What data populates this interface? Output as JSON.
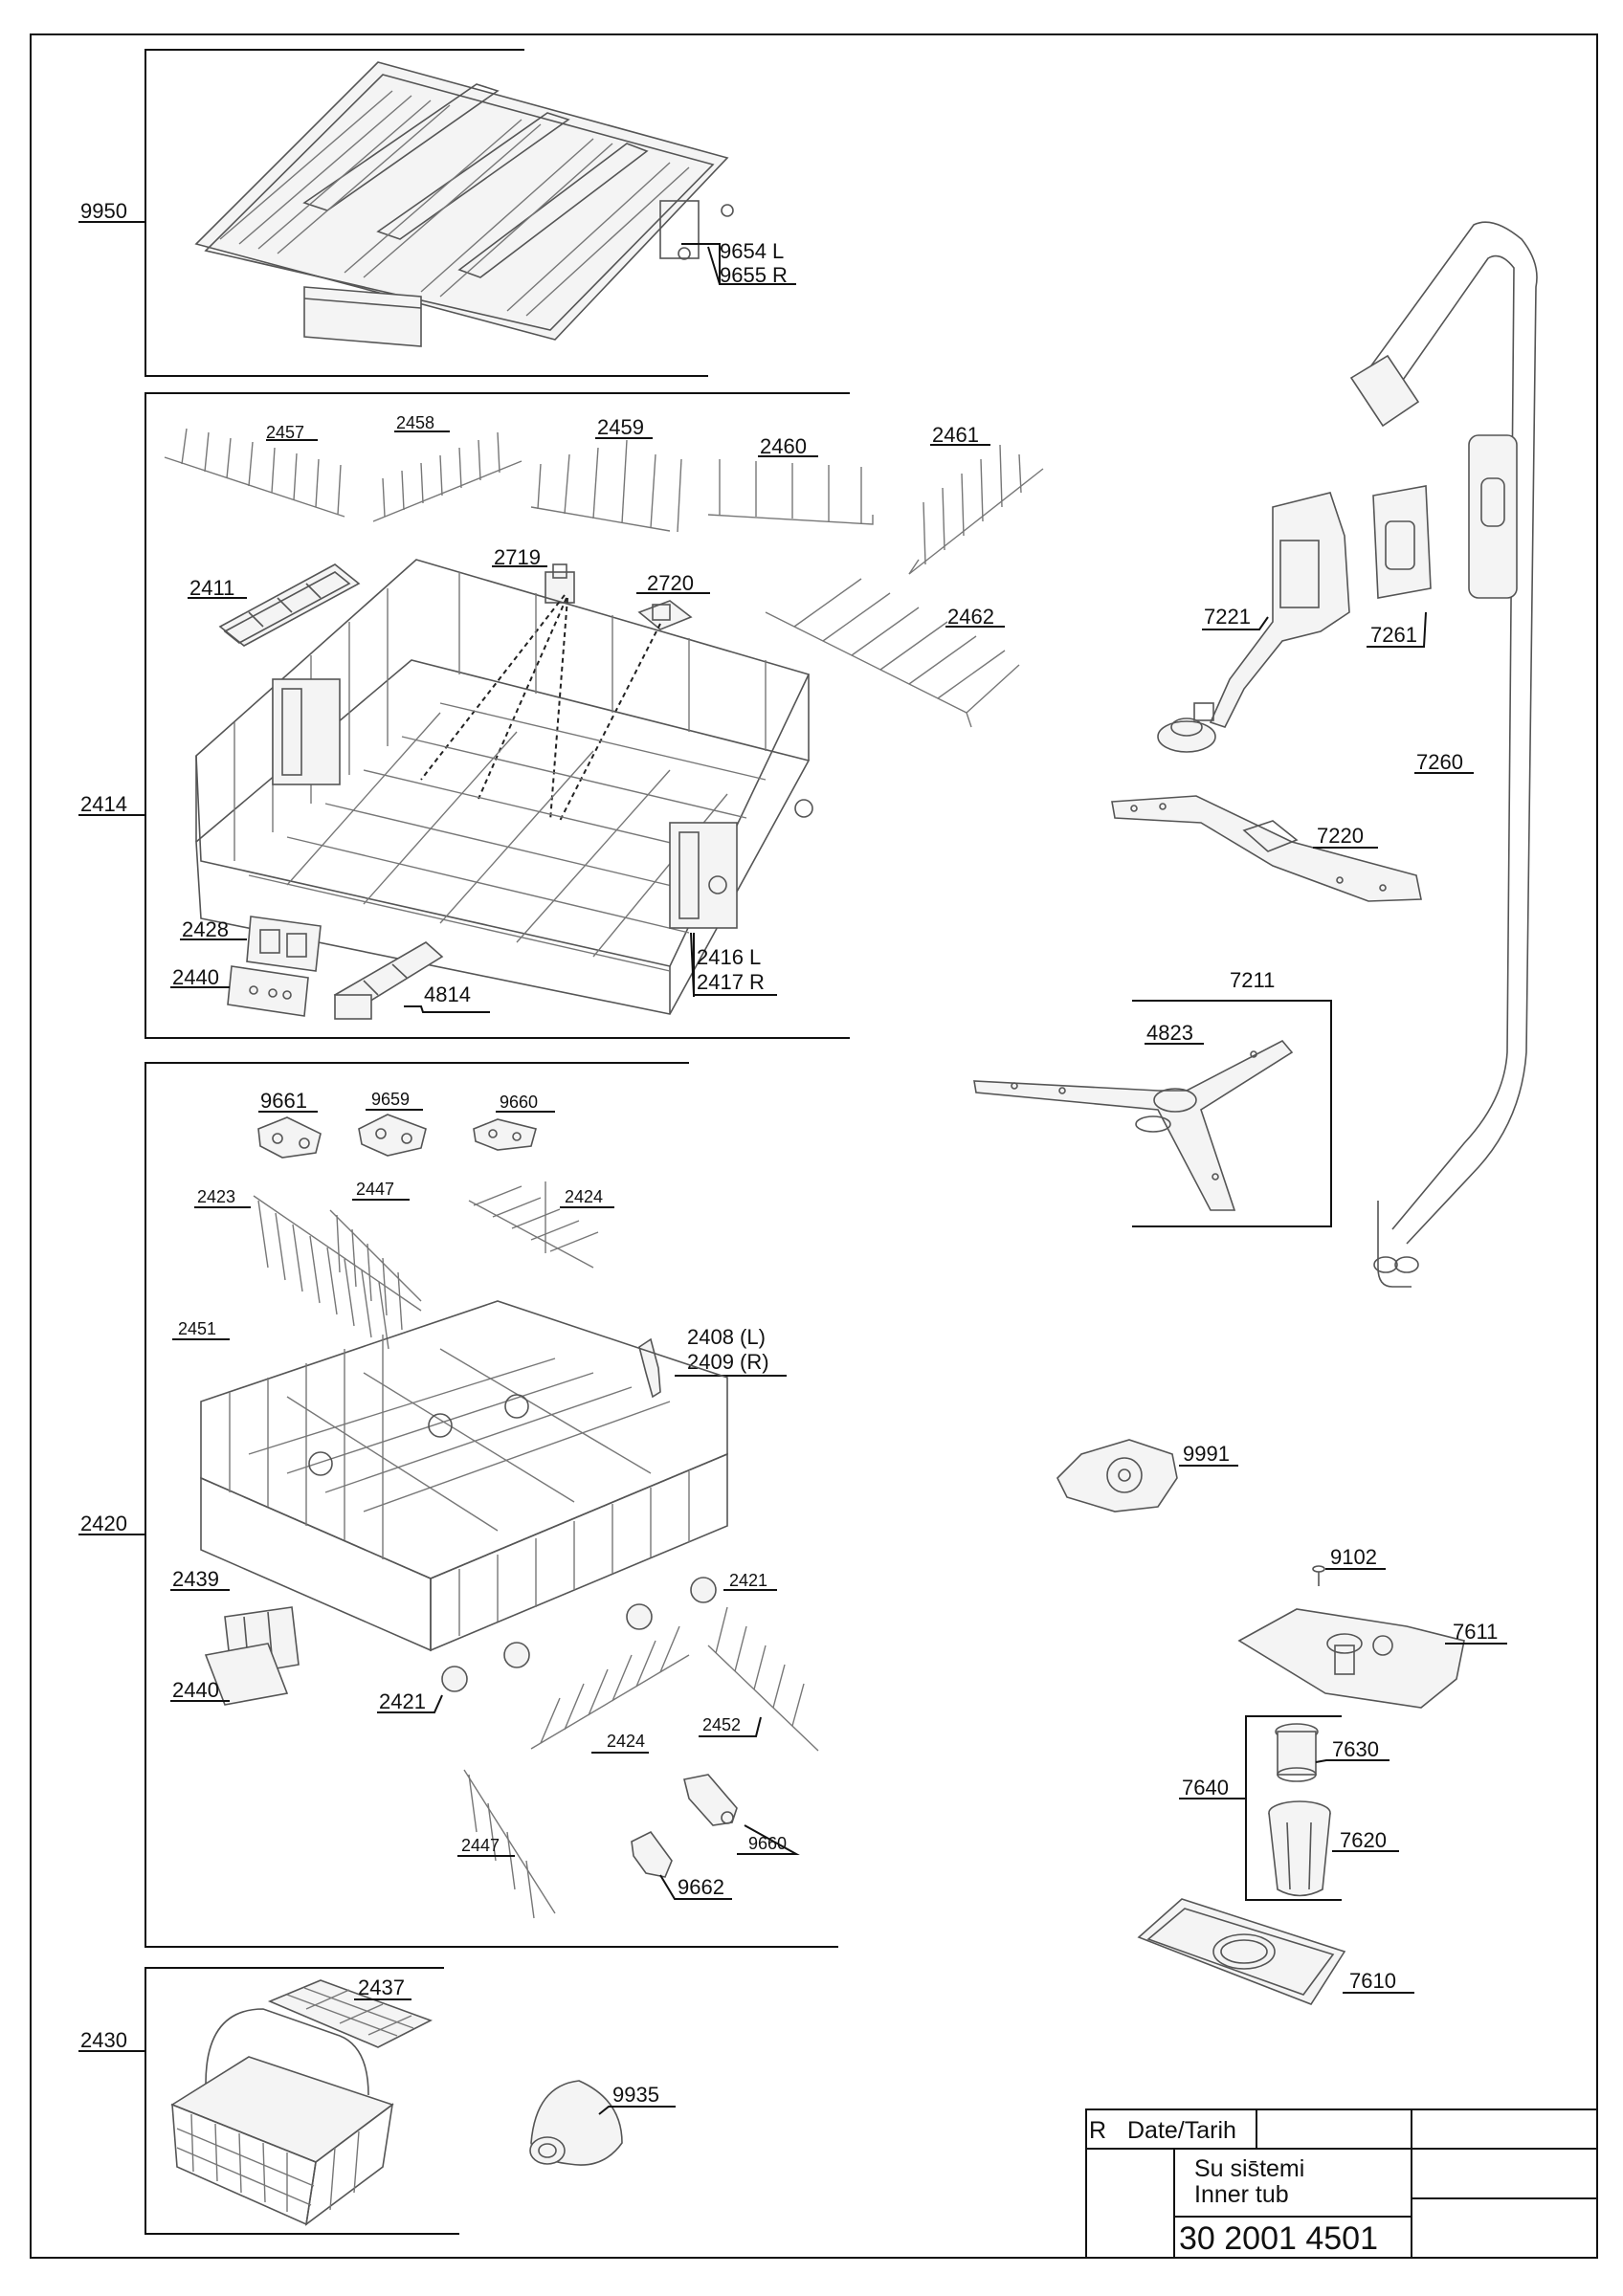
{
  "groups": {
    "g9950": "9950",
    "g2414": "2414",
    "g2420": "2420",
    "g2430": "2430"
  },
  "parts": {
    "p9654": "9654 L",
    "p9655": "9655 R",
    "p2457": "2457",
    "p2458": "2458",
    "p2459": "2459",
    "p2460": "2460",
    "p2461": "2461",
    "p2411": "2411",
    "p2719": "2719",
    "p2720": "2720",
    "p2462": "2462",
    "p2428": "2428",
    "p2440a": "2440",
    "p4814": "4814",
    "p2416": "2416 L",
    "p2417": "2417 R",
    "p9661": "9661",
    "p9659": "9659",
    "p9660a": "9660",
    "p2423": "2423",
    "p2447a": "2447",
    "p2424a": "2424",
    "p2451": "2451",
    "p2408": "2408 (L)",
    "p2409": "2409 (R)",
    "p2439": "2439",
    "p2421a": "2421",
    "p2440b": "2440",
    "p2421b": "2421",
    "p2424b": "2424",
    "p2452": "2452",
    "p9660b": "9660",
    "p2447b": "2447",
    "p9662": "9662",
    "p2437": "2437",
    "p9935": "9935",
    "p7221": "7221",
    "p7261": "7261",
    "p7260": "7260",
    "p7220": "7220",
    "p7211": "7211",
    "p4823": "4823",
    "p9991": "9991",
    "p9102": "9102",
    "p7611": "7611",
    "p7630": "7630",
    "p7640": "7640",
    "p7620": "7620",
    "p7610": "7610"
  },
  "title_block": {
    "rev": "R",
    "date_label": "Date/Tarih",
    "name_tr": "Su sis̄temi",
    "name_en": "Inner tub",
    "doc_number": "30 2001 4501"
  }
}
